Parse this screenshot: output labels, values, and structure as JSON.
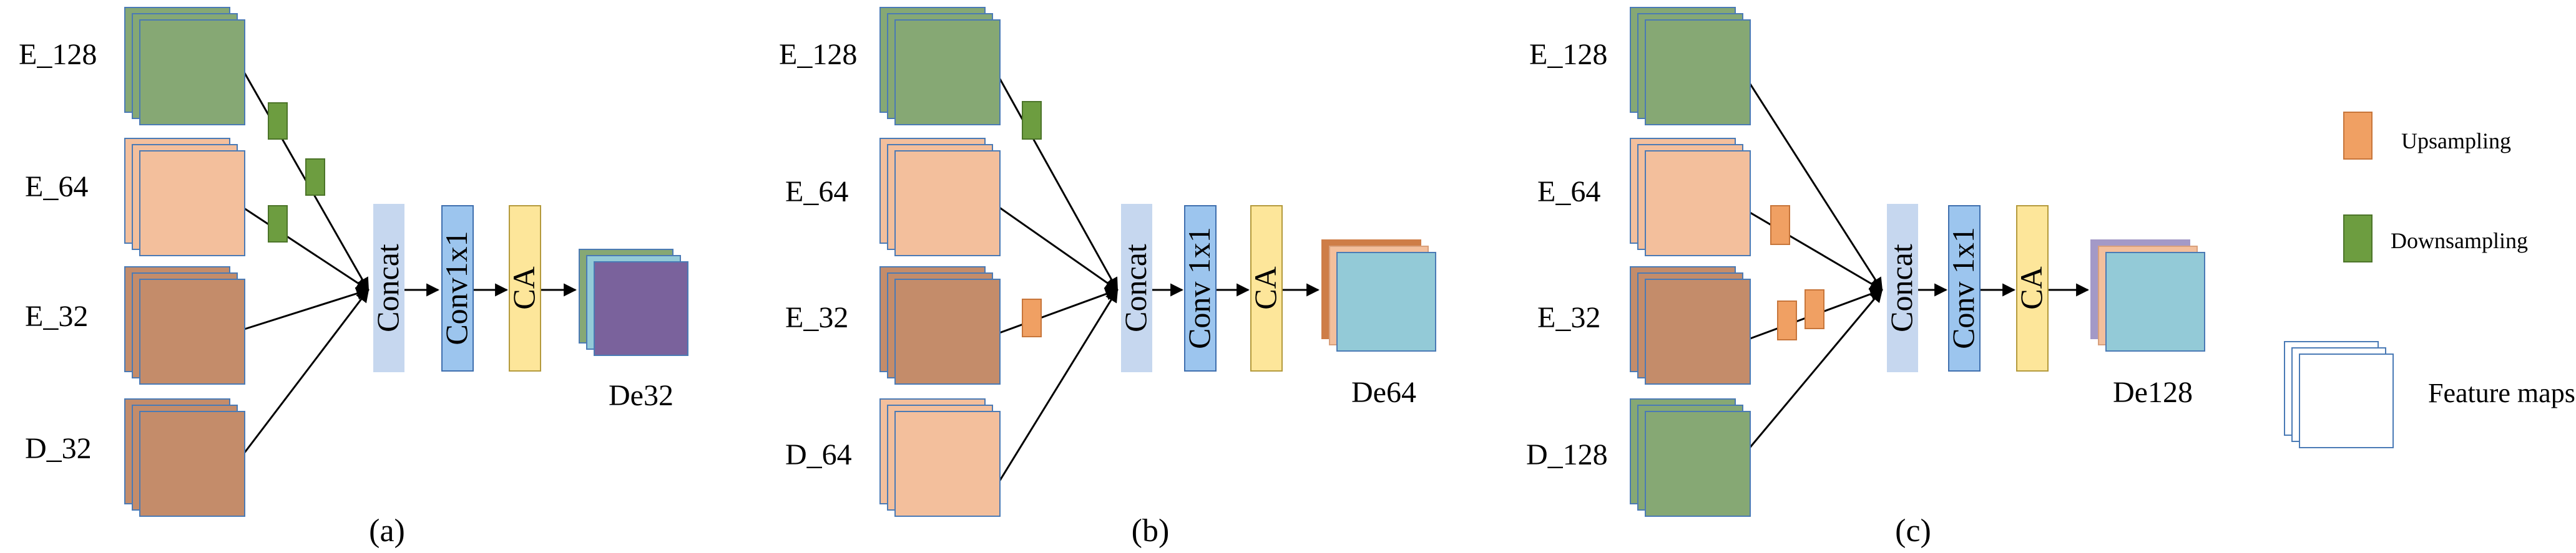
{
  "colors": {
    "green": "#86a874",
    "green_stroke": "#6f8f63",
    "peach": "#f3bf9c",
    "peach_stroke": "#d9a07c",
    "brown": "#c48c6a",
    "brown_stroke": "#a87253",
    "purple": "#7a629c",
    "teal": "#93cad7",
    "orange": "#ce7d47",
    "lavender": "#a399c7",
    "concat_fill": "#c6d7ef",
    "conv_fill": "#9cc5ee",
    "conv_stroke": "#3f6fae",
    "ca_fill": "#fde69a",
    "ca_stroke": "#b49a3c",
    "upsample": "#f0a063",
    "upsample_stroke": "#c7753a",
    "downsample": "#6d9d40",
    "downsample_stroke": "#4c7429",
    "map_border": "#4a7ab5"
  },
  "panels": [
    {
      "caption": "(a)",
      "inputs": [
        "E_128",
        "E_64",
        "E_32",
        "D_32"
      ],
      "blocks": [
        "Concat",
        "Conv1x1",
        "CA"
      ],
      "output": "De32"
    },
    {
      "caption": "(b)",
      "inputs": [
        "E_128",
        "E_64",
        "E_32",
        "D_64"
      ],
      "blocks": [
        "Concat",
        "Conv 1x1",
        "CA"
      ],
      "output": "De64"
    },
    {
      "caption": "(c)",
      "inputs": [
        "E_128",
        "E_64",
        "E_32",
        "D_128"
      ],
      "blocks": [
        "Concat",
        "Conv 1x1",
        "CA"
      ],
      "output": "De128"
    }
  ],
  "legend": {
    "upsampling": "Upsampling",
    "downsampling": "Downsampling",
    "feature_maps": "Feature maps"
  }
}
